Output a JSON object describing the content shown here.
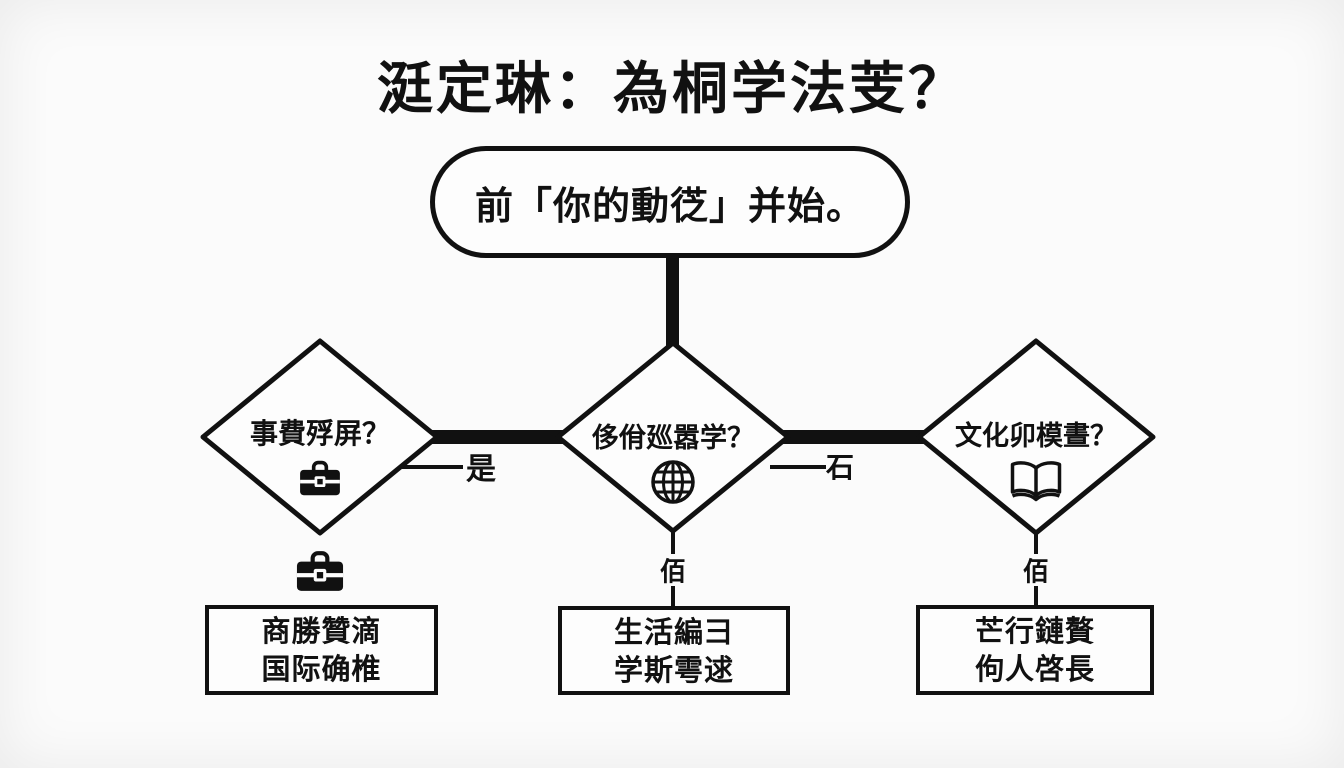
{
  "colors": {
    "ink": "#111111",
    "background": "#fbfbfb"
  },
  "title": "涏定琳：為桐学法芰？",
  "start_node": {
    "label": "前「你的動徔」并始。"
  },
  "diamonds": [
    {
      "question": "事費殍屏？",
      "icon": "briefcase-icon"
    },
    {
      "question": "侈佾廵嚣学？",
      "icon": "globe-icon"
    },
    {
      "question": "文化卯模晝？",
      "icon": "book-icon"
    }
  ],
  "edge_labels": {
    "left_to_center": "是",
    "center_to_right": "石",
    "center_down": "佰",
    "right_down": "佰"
  },
  "branch_icon": "briefcase-icon",
  "outcomes": [
    {
      "line1": "商勝贊滴",
      "line2": "国际确椎"
    },
    {
      "line1": "生活編彐",
      "line2": "学斯雩逑"
    },
    {
      "line1": "芒行鏈贅",
      "line2": "佝人啓長"
    }
  ]
}
